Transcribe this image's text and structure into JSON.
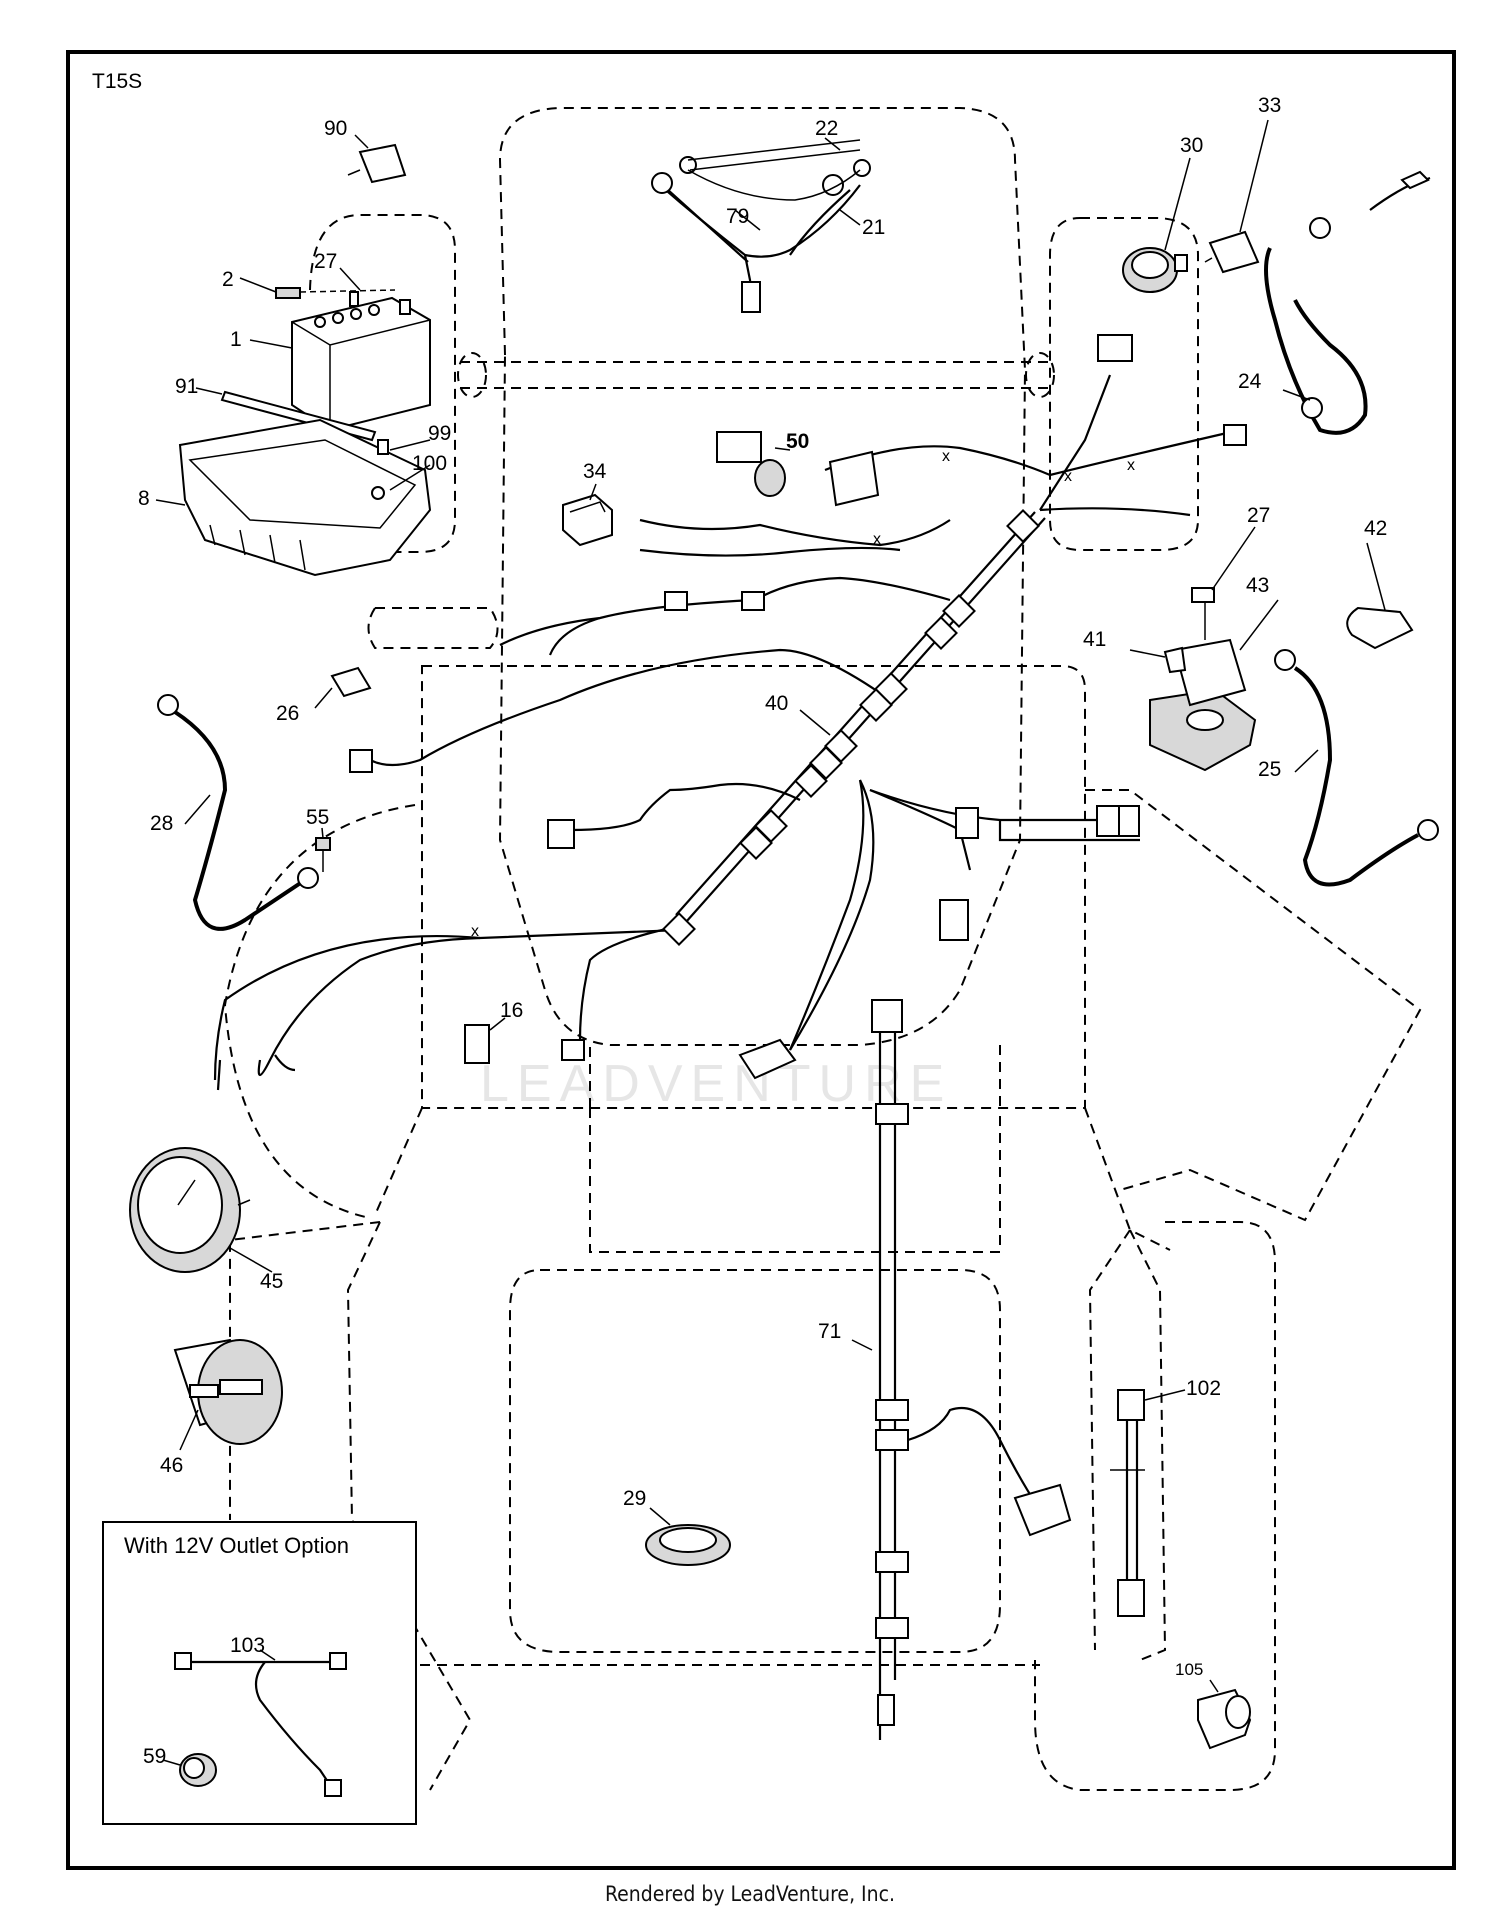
{
  "model_code": "T15S",
  "footer": "Rendered by LeadVenture, Inc.",
  "watermark": "LEADVENTURE",
  "inset": {
    "title": "With 12V Outlet Option"
  },
  "callouts": {
    "c1": "1",
    "c2": "2",
    "c8": "8",
    "c16": "16",
    "c21": "21",
    "c22": "22",
    "c24": "24",
    "c25": "25",
    "c26": "26",
    "c27a": "27",
    "c27b": "27",
    "c28": "28",
    "c29": "29",
    "c30": "30",
    "c33": "33",
    "c34": "34",
    "c40": "40",
    "c41": "41",
    "c42": "42",
    "c43": "43",
    "c45": "45",
    "c46": "46",
    "c50": "50",
    "c55": "55",
    "c59": "59",
    "c71": "71",
    "c79": "79",
    "c90": "90",
    "c91": "91",
    "c99": "99",
    "c100": "100",
    "c102": "102",
    "c103": "103",
    "c105": "105"
  }
}
